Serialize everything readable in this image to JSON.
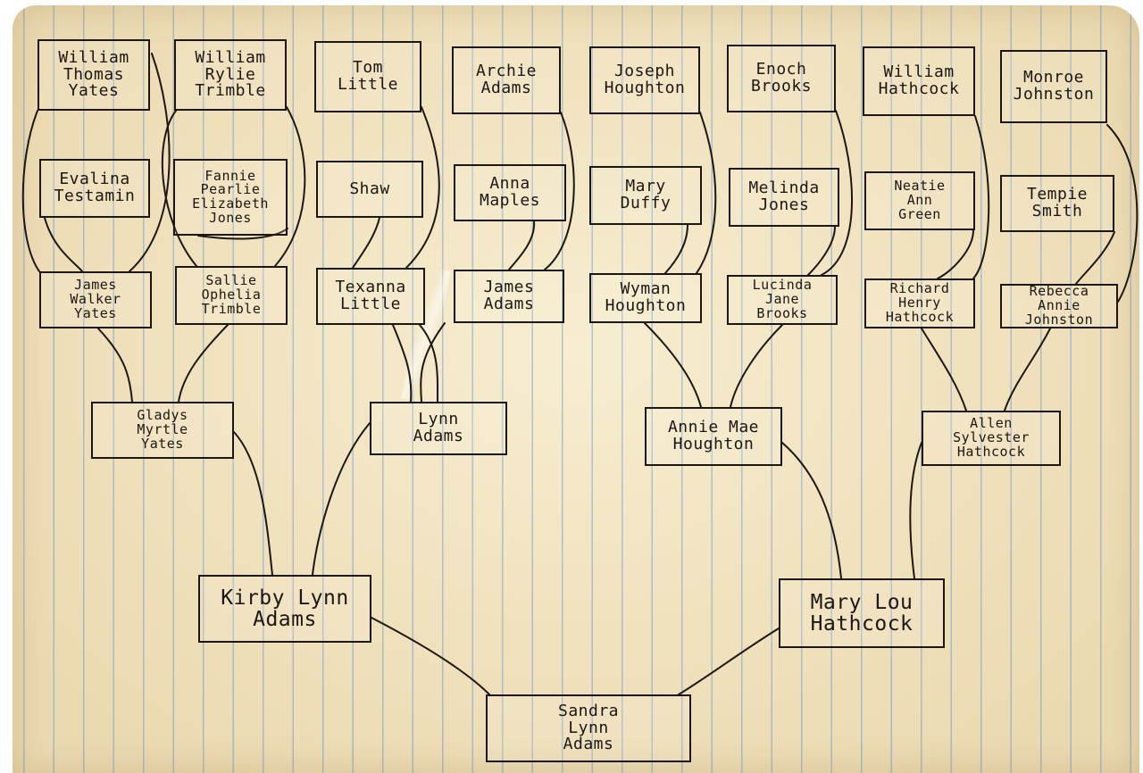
{
  "people": {
    "william_thomas_yates": "William\nThomas\nYates",
    "william_rylie_trimble": "William\nRylie\nTrimble",
    "tom_little": "Tom\nLittle",
    "archie_adams": "Archie\nAdams",
    "joseph_houghton": "Joseph\nHoughton",
    "enoch_brooks": "Enoch\nBrooks",
    "william_hathcock": "William\nHathcock",
    "monroe_johnston": "Monroe\nJohnston",
    "evalina_testamin": "Evalina\nTestamin",
    "fannie_pearlie_elizabeth_jones": "Fannie\nPearlie\nElizabeth\nJones",
    "shaw": "Shaw",
    "anna_maples": "Anna\nMaples",
    "mary_duffy": "Mary\nDuffy",
    "melinda_jones": "Melinda\nJones",
    "neatie_ann_green": "Neatie\nAnn\nGreen",
    "tempie_smith": "Tempie\nSmith",
    "james_walker_yates": "James\nWalker\nYates",
    "sallie_ophelia_trimble": "Sallie\nOphelia\nTrimble",
    "texanna_little": "Texanna\nLittle",
    "james_adams": "James\nAdams",
    "wyman_houghton": "Wyman\nHoughton",
    "lucinda_jane_brooks": "Lucinda\nJane\nBrooks",
    "richard_henry_hathcock": "Richard\nHenry\nHathcock",
    "rebecca_annie_johnston": "Rebecca\nAnnie\nJohnston",
    "gladys_myrtle_yates": "Gladys\nMyrtle\nYates",
    "lynn_adams": "Lynn\nAdams",
    "annie_mae_houghton": "Annie Mae\nHoughton",
    "allen_sylvester_hathcock": "Allen\nSylvester\nHathcock",
    "kirby_lynn_adams": "Kirby Lynn\nAdams",
    "mary_lou_hathcock": "Mary Lou\nHathcock",
    "sandra_lynn_adams": "Sandra\nLynn\nAdams"
  },
  "colors": {
    "paper": "#f3e6c4",
    "ruled_lines": "#468cd7",
    "ink": "#1c1712"
  }
}
